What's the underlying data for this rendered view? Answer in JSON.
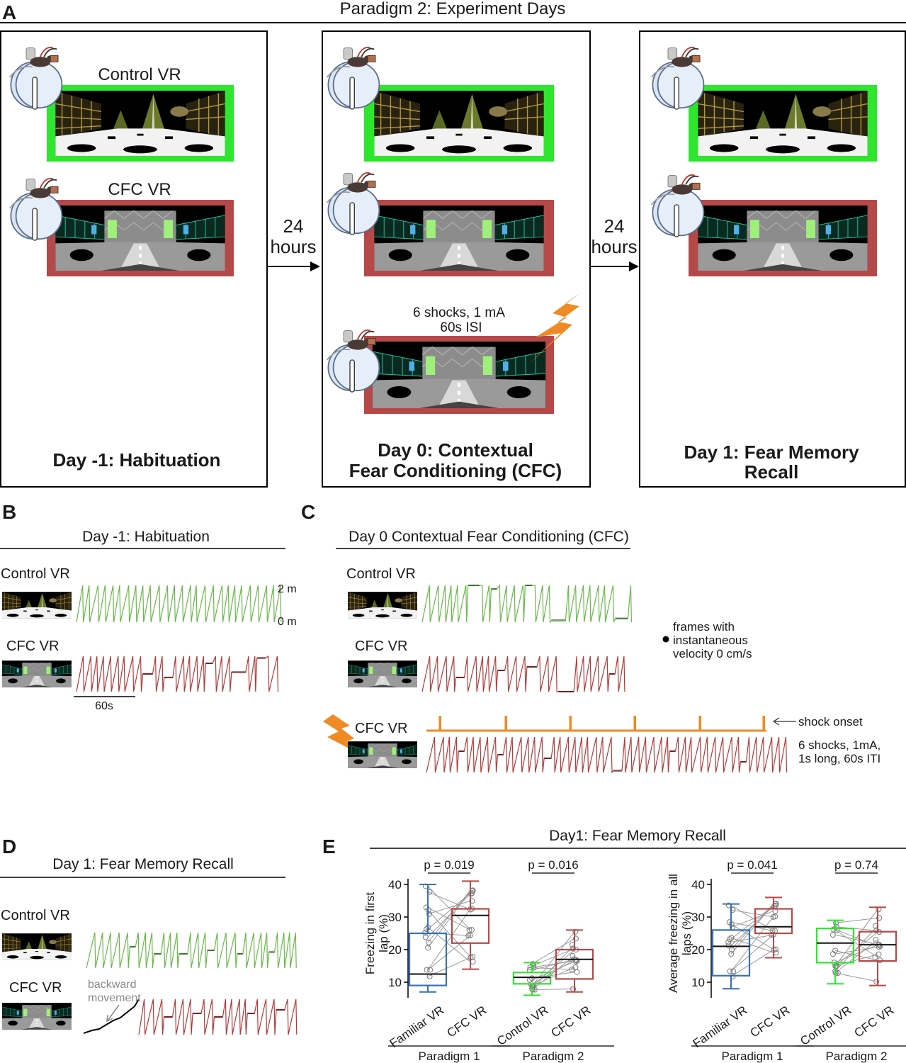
{
  "panel_a": {
    "letter": "A",
    "title": "Paradigm 2: Experiment Days",
    "box1": {
      "env1": "Control VR",
      "env2": "CFC VR",
      "caption": "Day -1: Habituation"
    },
    "arrow1": {
      "line1": "24",
      "line2": "hours"
    },
    "box2": {
      "shock1": "6 shocks, 1 mA",
      "shock2": "60s ISI",
      "caption1": "Day 0: Contextual",
      "caption2": "Fear Conditioning (CFC)"
    },
    "arrow2": {
      "line1": "24",
      "line2": "hours"
    },
    "box3": {
      "caption1": "Day 1: Fear Memory",
      "caption2": "Recall"
    }
  },
  "panel_b": {
    "letter": "B",
    "title": "Day -1: Habituation",
    "row1": "Control VR",
    "row2": "CFC VR",
    "ytop": "2 m",
    "ybottom": "0 m",
    "scalebar": "60s"
  },
  "panel_c": {
    "letter": "C",
    "title": "Day 0 Contextual Fear Conditioning (CFC)",
    "row1": "Control VR",
    "row2": "CFC VR",
    "row3": "CFC VR",
    "legend1": "frames with",
    "legend2": "instantaneous",
    "legend3": "velocity 0 cm/s",
    "shock_label": "shock onset",
    "shock_info1": "6 shocks, 1mA,",
    "shock_info2": "1s long, 60s ITI"
  },
  "panel_d": {
    "letter": "D",
    "title": "Day 1: Fear Memory Recall",
    "row1": "Control VR",
    "row2": "CFC VR",
    "annot1": "backward",
    "annot2": "movement"
  },
  "panel_e": {
    "letter": "E",
    "title": "Day1: Fear Memory Recall"
  },
  "colors": {
    "control_green": "#2ee62e",
    "cfc_red": "#b5494a",
    "familiar_blue": "#3a6fb5",
    "shock_orange": "#f08a24",
    "trace_green": "#6ab84a",
    "trace_red": "#b03a3a"
  },
  "chart_data": [
    {
      "type": "box",
      "ylabel": "Freezing in first lap (%)",
      "yticks": [
        10,
        20,
        30,
        40
      ],
      "groups": [
        {
          "name": "Paradigm 1",
          "categories": [
            "Familiar VR",
            "CFC VR"
          ],
          "p_value": "p = 0.019",
          "boxes": [
            {
              "min": 7,
              "q1": 9,
              "median": 12.5,
              "q3": 25,
              "max": 40
            },
            {
              "min": 14,
              "q1": 22,
              "median": 30.5,
              "q3": 32.5,
              "max": 41
            }
          ]
        },
        {
          "name": "Paradigm 2",
          "categories": [
            "Control VR",
            "CFC VR"
          ],
          "p_value": "p = 0.016",
          "boxes": [
            {
              "min": 6,
              "q1": 9.5,
              "median": 11.5,
              "q3": 13,
              "max": 16
            },
            {
              "min": 7,
              "q1": 11,
              "median": 17,
              "q3": 20,
              "max": 26
            }
          ]
        }
      ]
    },
    {
      "type": "box",
      "ylabel": "Average freezing in all laps (%)",
      "yticks": [
        10,
        20,
        30,
        40
      ],
      "groups": [
        {
          "name": "Paradigm 1",
          "categories": [
            "Familiar VR",
            "CFC VR"
          ],
          "p_value": "p = 0.041",
          "boxes": [
            {
              "min": 8,
              "q1": 12,
              "median": 21,
              "q3": 26,
              "max": 34
            },
            {
              "min": 17.5,
              "q1": 25,
              "median": 27,
              "q3": 32.5,
              "max": 36
            }
          ]
        },
        {
          "name": "Paradigm 2",
          "categories": [
            "Control VR",
            "CFC VR"
          ],
          "p_value": "p = 0.74",
          "boxes": [
            {
              "min": 9.5,
              "q1": 16,
              "median": 22,
              "q3": 26.5,
              "max": 29
            },
            {
              "min": 9,
              "q1": 16.5,
              "median": 21.5,
              "q3": 25.5,
              "max": 33
            }
          ]
        }
      ]
    }
  ]
}
